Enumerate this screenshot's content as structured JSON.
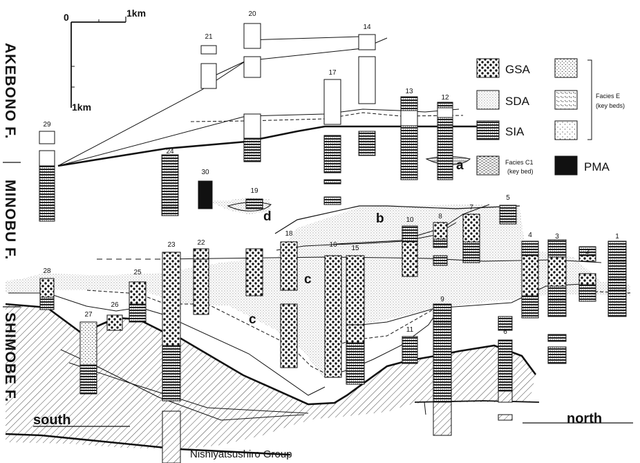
{
  "scale_bar": {
    "origin_label": "0",
    "horizontal_label": "1km",
    "vertical_label": "1km"
  },
  "formations": {
    "akebono": "AKEBONO F.",
    "minobu": "MINOBU F.",
    "shimobe": "SHIMOBE F."
  },
  "legend": {
    "gsa": "GSA",
    "sda": "SDA",
    "sia": "SIA",
    "facies_c1_line1": "Facies C1",
    "facies_c1_line2": "(key bed)",
    "facies_e_line1": "Facies E",
    "facies_e_line2": "(key beds)",
    "pma": "PMA"
  },
  "region_labels": {
    "south": "south",
    "north": "north",
    "basement": "Nishiyatsushiro Group"
  },
  "unit_labels": {
    "a": "a",
    "b": "b",
    "c1": "c",
    "c2": "c",
    "d": "d"
  },
  "columns": [
    "1",
    "2",
    "3",
    "4",
    "5",
    "6",
    "7",
    "8",
    "9",
    "10",
    "11",
    "12",
    "13",
    "14",
    "15",
    "16",
    "17",
    "18",
    "19",
    "20",
    "21",
    "22",
    "23",
    "24",
    "25",
    "26",
    "27",
    "28",
    "29",
    "30"
  ]
}
